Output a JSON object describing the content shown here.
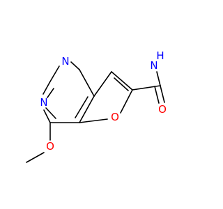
{
  "colors": {
    "carbon": "#000000",
    "nitrogen": "#0000ff",
    "oxygen": "#ff0000",
    "background": "#ffffff"
  },
  "atoms": {
    "amide_h": "H",
    "amide_n": "N",
    "carbonyl_o": "O",
    "furan_o": "O",
    "methoxy_o": "O",
    "ring_n_top": "N",
    "ring_n_left": "N"
  }
}
